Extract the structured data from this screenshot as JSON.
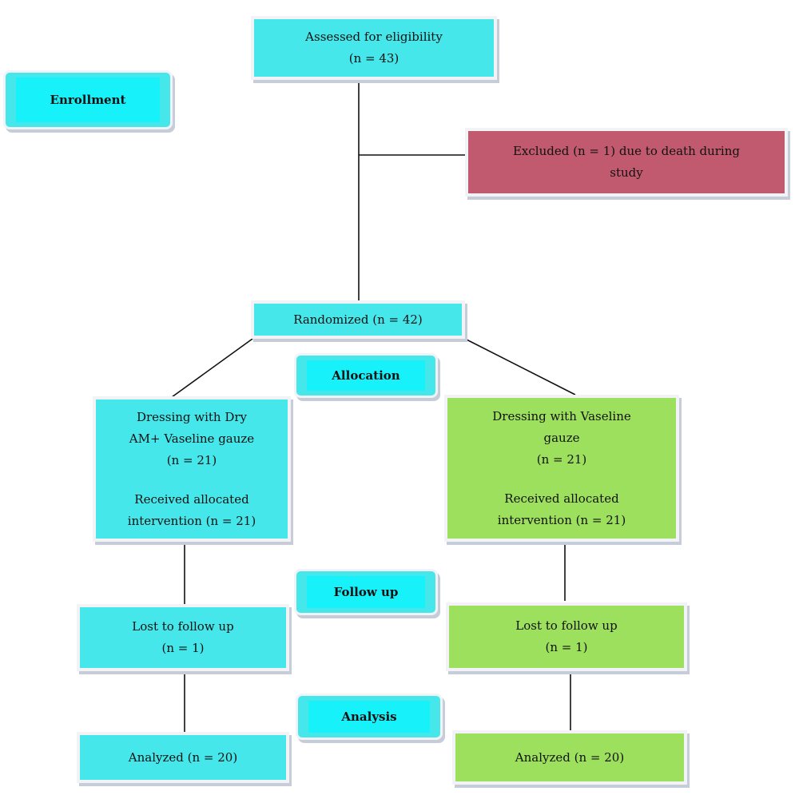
{
  "stages": {
    "enrollment": "Enrollment",
    "allocation": "Allocation",
    "follow_up": "Follow up",
    "analysis": "Analysis"
  },
  "assessed": {
    "line1": "Assessed for eligibility",
    "line2": "(n = 43)"
  },
  "excluded": {
    "line1": "Excluded (n = 1) due to death during",
    "line2": "study"
  },
  "randomized": {
    "label": "Randomized (n = 42)"
  },
  "left_arm": {
    "allocation_line1": "Dressing with Dry",
    "allocation_line2": "AM+ Vaseline gauze",
    "allocation_n": "(n =  21)",
    "received_line1": "Received allocated",
    "received_line2": "intervention (n = 21)",
    "lost_line1": "Lost to follow up",
    "lost_line2": "(n = 1)",
    "analyzed": "Analyzed (n = 20)"
  },
  "right_arm": {
    "allocation_line1": "Dressing with Vaseline",
    "allocation_line2": "gauze",
    "allocation_n": "(n = 21)",
    "received_line1": "Received allocated",
    "received_line2": "intervention (n = 21)",
    "lost_line1": "Lost to follow up",
    "lost_line2": "(n = 1)",
    "analyzed": "Analyzed (n = 20)"
  },
  "colors": {
    "cyan": "#46e7ea",
    "green": "#9de05d",
    "red": "#c25a6f",
    "stage_inner": "#16f1fa"
  }
}
